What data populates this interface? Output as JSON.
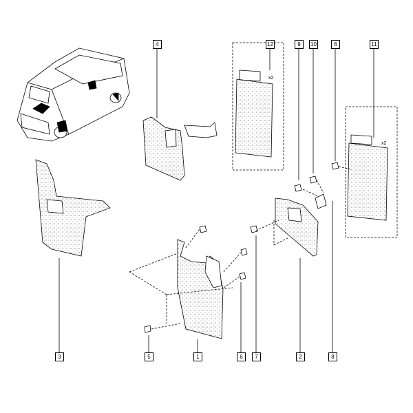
{
  "callouts": [
    "1",
    "2",
    "3",
    "4",
    "5",
    "6",
    "7",
    "8",
    "9",
    "10",
    "11",
    "12",
    "6"
  ],
  "qty": "x2"
}
